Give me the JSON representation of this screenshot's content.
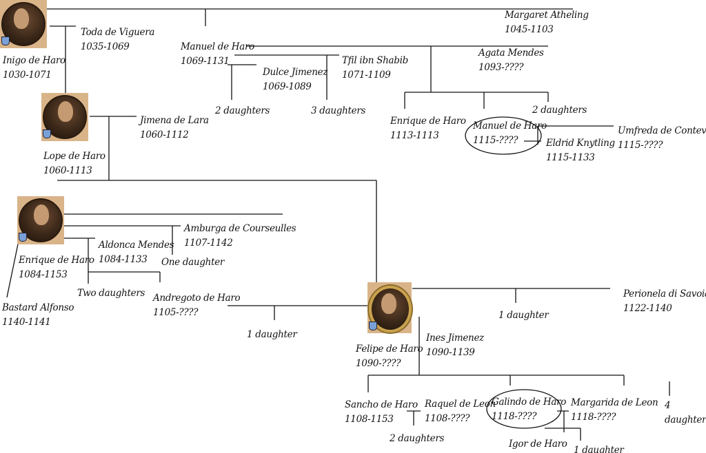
{
  "people": {
    "inigo": {
      "name": "Inigo de Haro",
      "years": "1030-1071"
    },
    "toda": {
      "name": "Toda de Viguera",
      "years": "1035-1069"
    },
    "margaret": {
      "name": "Margaret Atheling",
      "years": "1045-1103"
    },
    "manuel_sr": {
      "name": "Manuel de Haro",
      "years": "1069-1131"
    },
    "dulce": {
      "name": "Dulce Jimenez",
      "years": "1069-1089"
    },
    "tfil": {
      "name": "Tfil ibn Shabib",
      "years": "1071-1109"
    },
    "agata": {
      "name": "Agata Mendes",
      "years": "1093-????"
    },
    "jimena": {
      "name": "Jimena de Lara",
      "years": "1060-1112"
    },
    "lope": {
      "name": "Lope de Haro",
      "years": "1060-1113"
    },
    "enrique_jr": {
      "name": "Enrique de Haro",
      "years": "1113-1113"
    },
    "manuel_jr": {
      "name": "Manuel de Haro",
      "years": "1115-????"
    },
    "umfreda": {
      "name": "Umfreda de Conteville",
      "years": "1115-????"
    },
    "eldrid": {
      "name": "Eldrid Knytling",
      "years": "1115-1133"
    },
    "amburga": {
      "name": "Amburga de Courseulles",
      "years": "1107-1142"
    },
    "aldonca": {
      "name": "Aldonca Mendes",
      "years": "1084-1133"
    },
    "enrique_sr": {
      "name": "Enrique de Haro",
      "years": "1084-1153"
    },
    "bastard": {
      "name": "Bastard Alfonso",
      "years": "1140-1141"
    },
    "andregoto": {
      "name": "Andregoto de Haro",
      "years": "1105-????"
    },
    "perionela": {
      "name": "Perionela di Savoia",
      "years": "1122-1140"
    },
    "felipe": {
      "name": "Felipe de Haro",
      "years": "1090-????"
    },
    "ines": {
      "name": "Ines Jimenez",
      "years": "1090-1139"
    },
    "sancho": {
      "name": "Sancho de Haro",
      "years": "1108-1153"
    },
    "raquel": {
      "name": "Raquel de Leon",
      "years": "1108-????"
    },
    "galindo": {
      "name": "Galindo de Haro",
      "years": "1118-????"
    },
    "margarida": {
      "name": "Margarida de Leon",
      "years": "1118-????"
    },
    "igor": {
      "name": "Igor de Haro"
    }
  },
  "notes": {
    "dulce_children": "2 daughters",
    "tfil_children": "3 daughters",
    "agata_children": "2 daughters",
    "amburga_children": "One daughter",
    "aldonca_children": "Two daughters",
    "andregoto_children": "1 daughter",
    "perionela_children": "1 daughter",
    "ines_children_count": "4",
    "ines_children_word": "daughters",
    "raquel_children": "2 daughters",
    "margarida_children": "1 daughter"
  }
}
